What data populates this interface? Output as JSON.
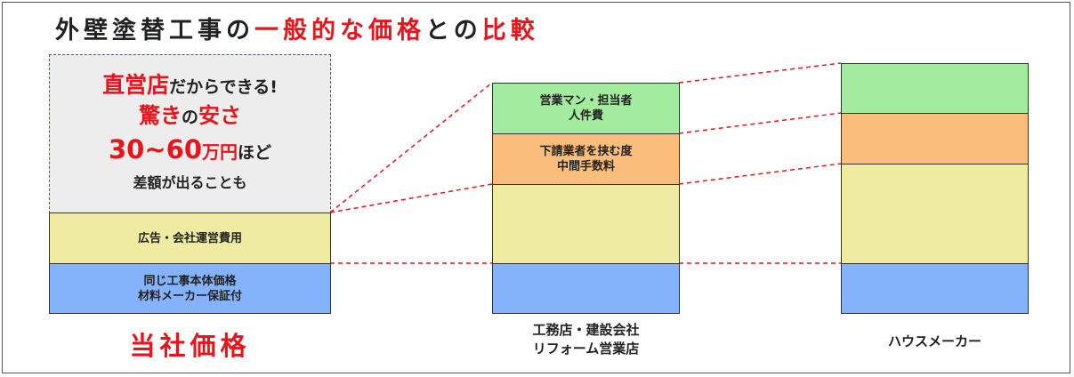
{
  "title": {
    "part1": "外壁塗替工事の",
    "part2": "一般的な価格",
    "part3": "との",
    "part4": "比較"
  },
  "columns": {
    "ours": {
      "promo": {
        "line1_highlight": "直営店",
        "line1_rest": "だからできる!",
        "line2_highlight": "驚き",
        "line2_mid": "の",
        "line2_end": "安さ",
        "line3_number": "30~60",
        "line3_unit": "万円",
        "line3_rest": "ほど",
        "line4": "差額が出ることも"
      },
      "ad_cost": "広告・会社運営費用",
      "base_line1": "同じ工事本体価格",
      "base_line2": "材料メーカー保証付",
      "caption": "当社価格"
    },
    "builder": {
      "sales_line1": "営業マン・担当者",
      "sales_line2": "人件費",
      "sub_line1": "下請業者を挟む度",
      "sub_line2": "中間手数料",
      "caption_line1": "工務店・建設会社",
      "caption_line2": "リフォーム営業店"
    },
    "maker": {
      "caption": "ハウスメーカー"
    }
  },
  "colors": {
    "accent_red": "#e8141c",
    "sales_green": "#a3ec9f",
    "fee_orange": "#fbbd7c",
    "overhead_yellow": "#f0eba2",
    "base_blue": "#85b3fb",
    "promo_gray": "#ededed"
  }
}
